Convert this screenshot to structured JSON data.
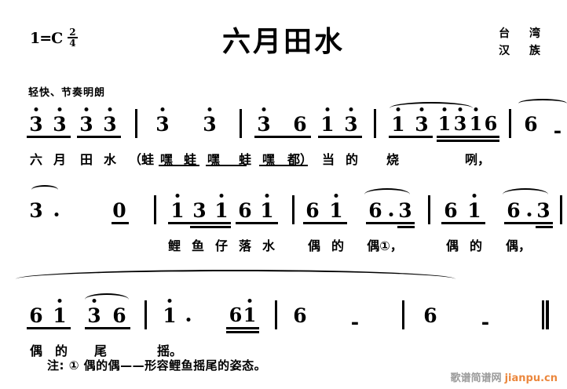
{
  "header": {
    "key_signature": "1=C",
    "time_numerator": "2",
    "time_denominator": "4",
    "title": "六月田水",
    "attribution_line1": "台 湾",
    "attribution_line2": "汉 族",
    "tempo_marking": "轻快、节奏明朗"
  },
  "footnote": "注: ① 偶的偶——形容鲤鱼摇尾的姿态。",
  "watermark": {
    "site_name": "歌谱简谱网",
    "domain": "jianpu.cn",
    "domain_color": "#e8731c"
  },
  "score": {
    "lines": [
      {
        "id": "line-1",
        "notes": [
          "3",
          "3",
          "3",
          "3",
          "3",
          "3",
          "3",
          "6",
          "1",
          "3",
          "1",
          "3",
          "1",
          "3",
          "1",
          "6",
          "6",
          "-"
        ],
        "lyrics": [
          "六",
          "月",
          "田",
          "水",
          "（蛙",
          "嘿",
          "蛙",
          "嘿",
          "蛙",
          "嘿",
          "都）",
          "当",
          "的",
          "烧",
          "咧，"
        ]
      },
      {
        "id": "line-2",
        "notes": [
          "3",
          "0",
          "1",
          "3",
          "1",
          "6",
          "1",
          "6",
          "1",
          "6",
          "3",
          "6",
          "1",
          "6",
          "3"
        ],
        "lyrics": [
          "鲤",
          "鱼",
          "仔",
          "落",
          "水",
          "偶",
          "的",
          "偶①，",
          "偶",
          "的",
          "偶，"
        ]
      },
      {
        "id": "line-3",
        "notes": [
          "6",
          "1",
          "3",
          "6",
          "1",
          "6",
          "1",
          "6",
          "-",
          "6",
          "-"
        ],
        "lyrics": [
          "偶",
          "的",
          "尾",
          "摇。"
        ]
      }
    ]
  }
}
